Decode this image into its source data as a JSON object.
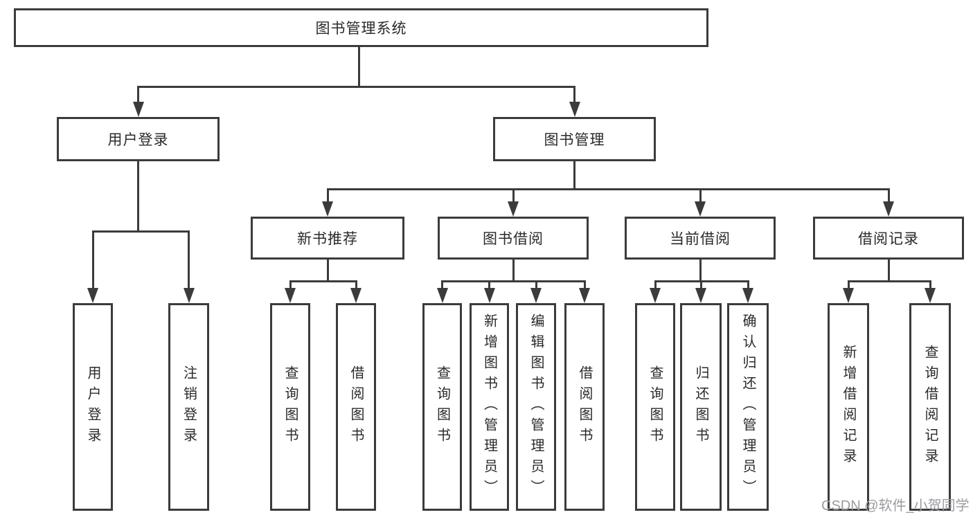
{
  "diagram": {
    "root": {
      "label": "图书管理系统",
      "children": [
        {
          "label": "用户登录",
          "children": [
            {
              "label": "用户登录"
            },
            {
              "label": "注销登录"
            }
          ]
        },
        {
          "label": "图书管理",
          "children": [
            {
              "label": "新书推荐",
              "children": [
                {
                  "label": "查询图书"
                },
                {
                  "label": "借阅图书"
                }
              ]
            },
            {
              "label": "图书借阅",
              "children": [
                {
                  "label": "查询图书"
                },
                {
                  "label": "新增图书（管理员）"
                },
                {
                  "label": "编辑图书（管理员）"
                },
                {
                  "label": "借阅图书"
                }
              ]
            },
            {
              "label": "当前借阅",
              "children": [
                {
                  "label": "查询图书"
                },
                {
                  "label": "归还图书"
                },
                {
                  "label": "确认归还（管理员）"
                }
              ]
            },
            {
              "label": "借阅记录",
              "children": [
                {
                  "label": "新增借阅记录"
                },
                {
                  "label": "查询借阅记录"
                }
              ]
            }
          ]
        }
      ]
    }
  },
  "watermark": {
    "text": "CSDN @软件_小贺同学"
  },
  "colors": {
    "line": "#3b3b3b",
    "text": "#2a2a2a",
    "watermark": "#9b9ba0",
    "background": "#ffffff"
  }
}
